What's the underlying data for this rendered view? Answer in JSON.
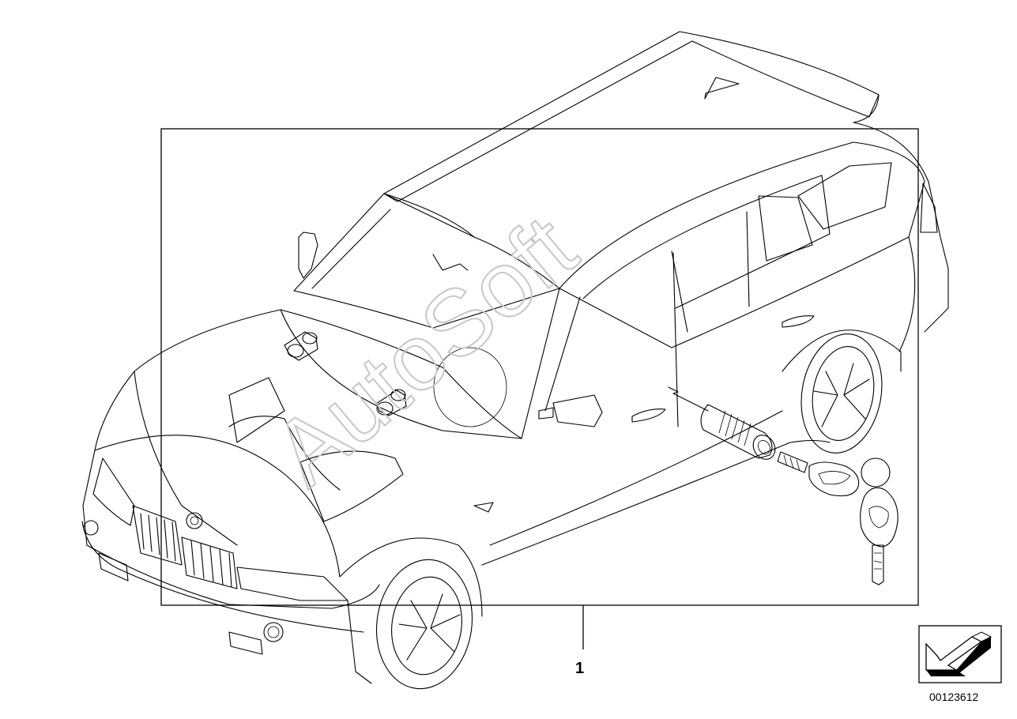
{
  "diagram": {
    "watermark": "AutoSoft",
    "callouts": [
      {
        "label": "1",
        "part": "lock cylinder set with keys"
      }
    ],
    "diagram_id": "00123612",
    "navigation_icon": "arrow-back-icon"
  }
}
